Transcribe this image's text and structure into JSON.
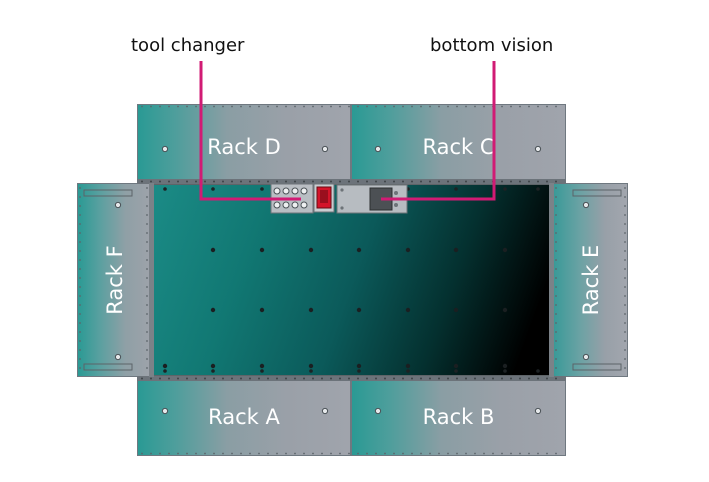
{
  "callouts": {
    "tool_changer": "tool changer",
    "bottom_vision": "bottom vision"
  },
  "racks": {
    "a": "Rack A",
    "b": "Rack B",
    "c": "Rack C",
    "d": "Rack D",
    "e": "Rack E",
    "f": "Rack F"
  },
  "colors": {
    "callout_line": "#d11b74",
    "bed_teal": "#117873",
    "rack_grey": "#9aa0a8",
    "tool_changer_red": "#d4142a"
  }
}
